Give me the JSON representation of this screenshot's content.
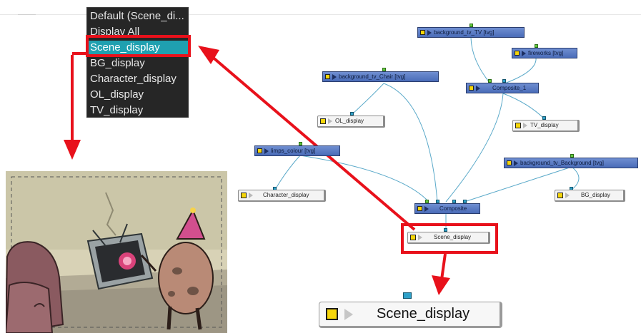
{
  "menu": {
    "items": [
      {
        "label": "Default (Scene_di..."
      },
      {
        "label": "Display All"
      },
      {
        "label": "Scene_display",
        "selected": true
      },
      {
        "label": "BG_display"
      },
      {
        "label": "Character_display"
      },
      {
        "label": "OL_display"
      },
      {
        "label": "TV_display"
      }
    ],
    "selected_color": "#1fa0b0"
  },
  "nodes": {
    "background_tv_tv": "background_tv_TV [tvg]",
    "fireworks": "fireworks [tvg]",
    "background_tv_chair": "background_tv_Chair [tvg]",
    "composite_1": "Composite_1",
    "limps_colour": "limps_colour [tvg]",
    "background_tv_background": "background_tv_Background [tvg]",
    "composite": "Composite"
  },
  "display_nodes": {
    "ol_display": "OL_display",
    "tv_display": "TV_display",
    "character_display": "Character_display",
    "bg_display": "BG_display",
    "scene_display": "Scene_display"
  },
  "zoomed_node": {
    "label": "Scene_display"
  },
  "colors": {
    "highlight_red": "#e8111b",
    "node_blue": "#4a6cb8",
    "port_blue": "#2ea0c8",
    "port_green": "#63c93e"
  },
  "icons": [
    "node-yellow-square-icon",
    "node-play-triangle-icon",
    "red-arrow-icon"
  ]
}
